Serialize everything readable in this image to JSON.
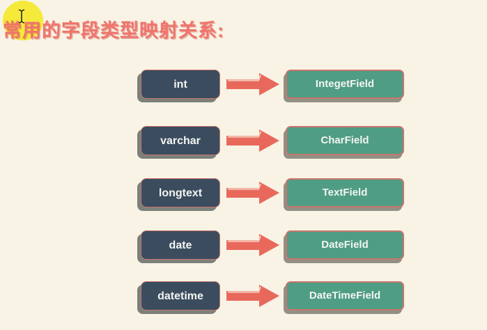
{
  "title": "常用的字段类型映射关系:",
  "mappings": [
    {
      "source": "int",
      "target": "IntegetField"
    },
    {
      "source": "varchar",
      "target": "CharField"
    },
    {
      "source": "longtext",
      "target": "TextField"
    },
    {
      "source": "date",
      "target": "DateField"
    },
    {
      "source": "datetime",
      "target": "DateTimeField"
    }
  ],
  "icons": {
    "highlight": "yellow-highlight-dot",
    "cursor": "text-cursor-icon",
    "arrow": "arrow-right-icon"
  },
  "colors": {
    "background": "#f8f3e5",
    "title_text": "#ef746b",
    "highlight_dot": "#f5e93a",
    "source_box_fill": "#3b4c5e",
    "target_box_fill": "#4f9d84",
    "box_border": "#c9766c",
    "box_text": "#f3f5f3",
    "arrow": "#e8695c"
  }
}
